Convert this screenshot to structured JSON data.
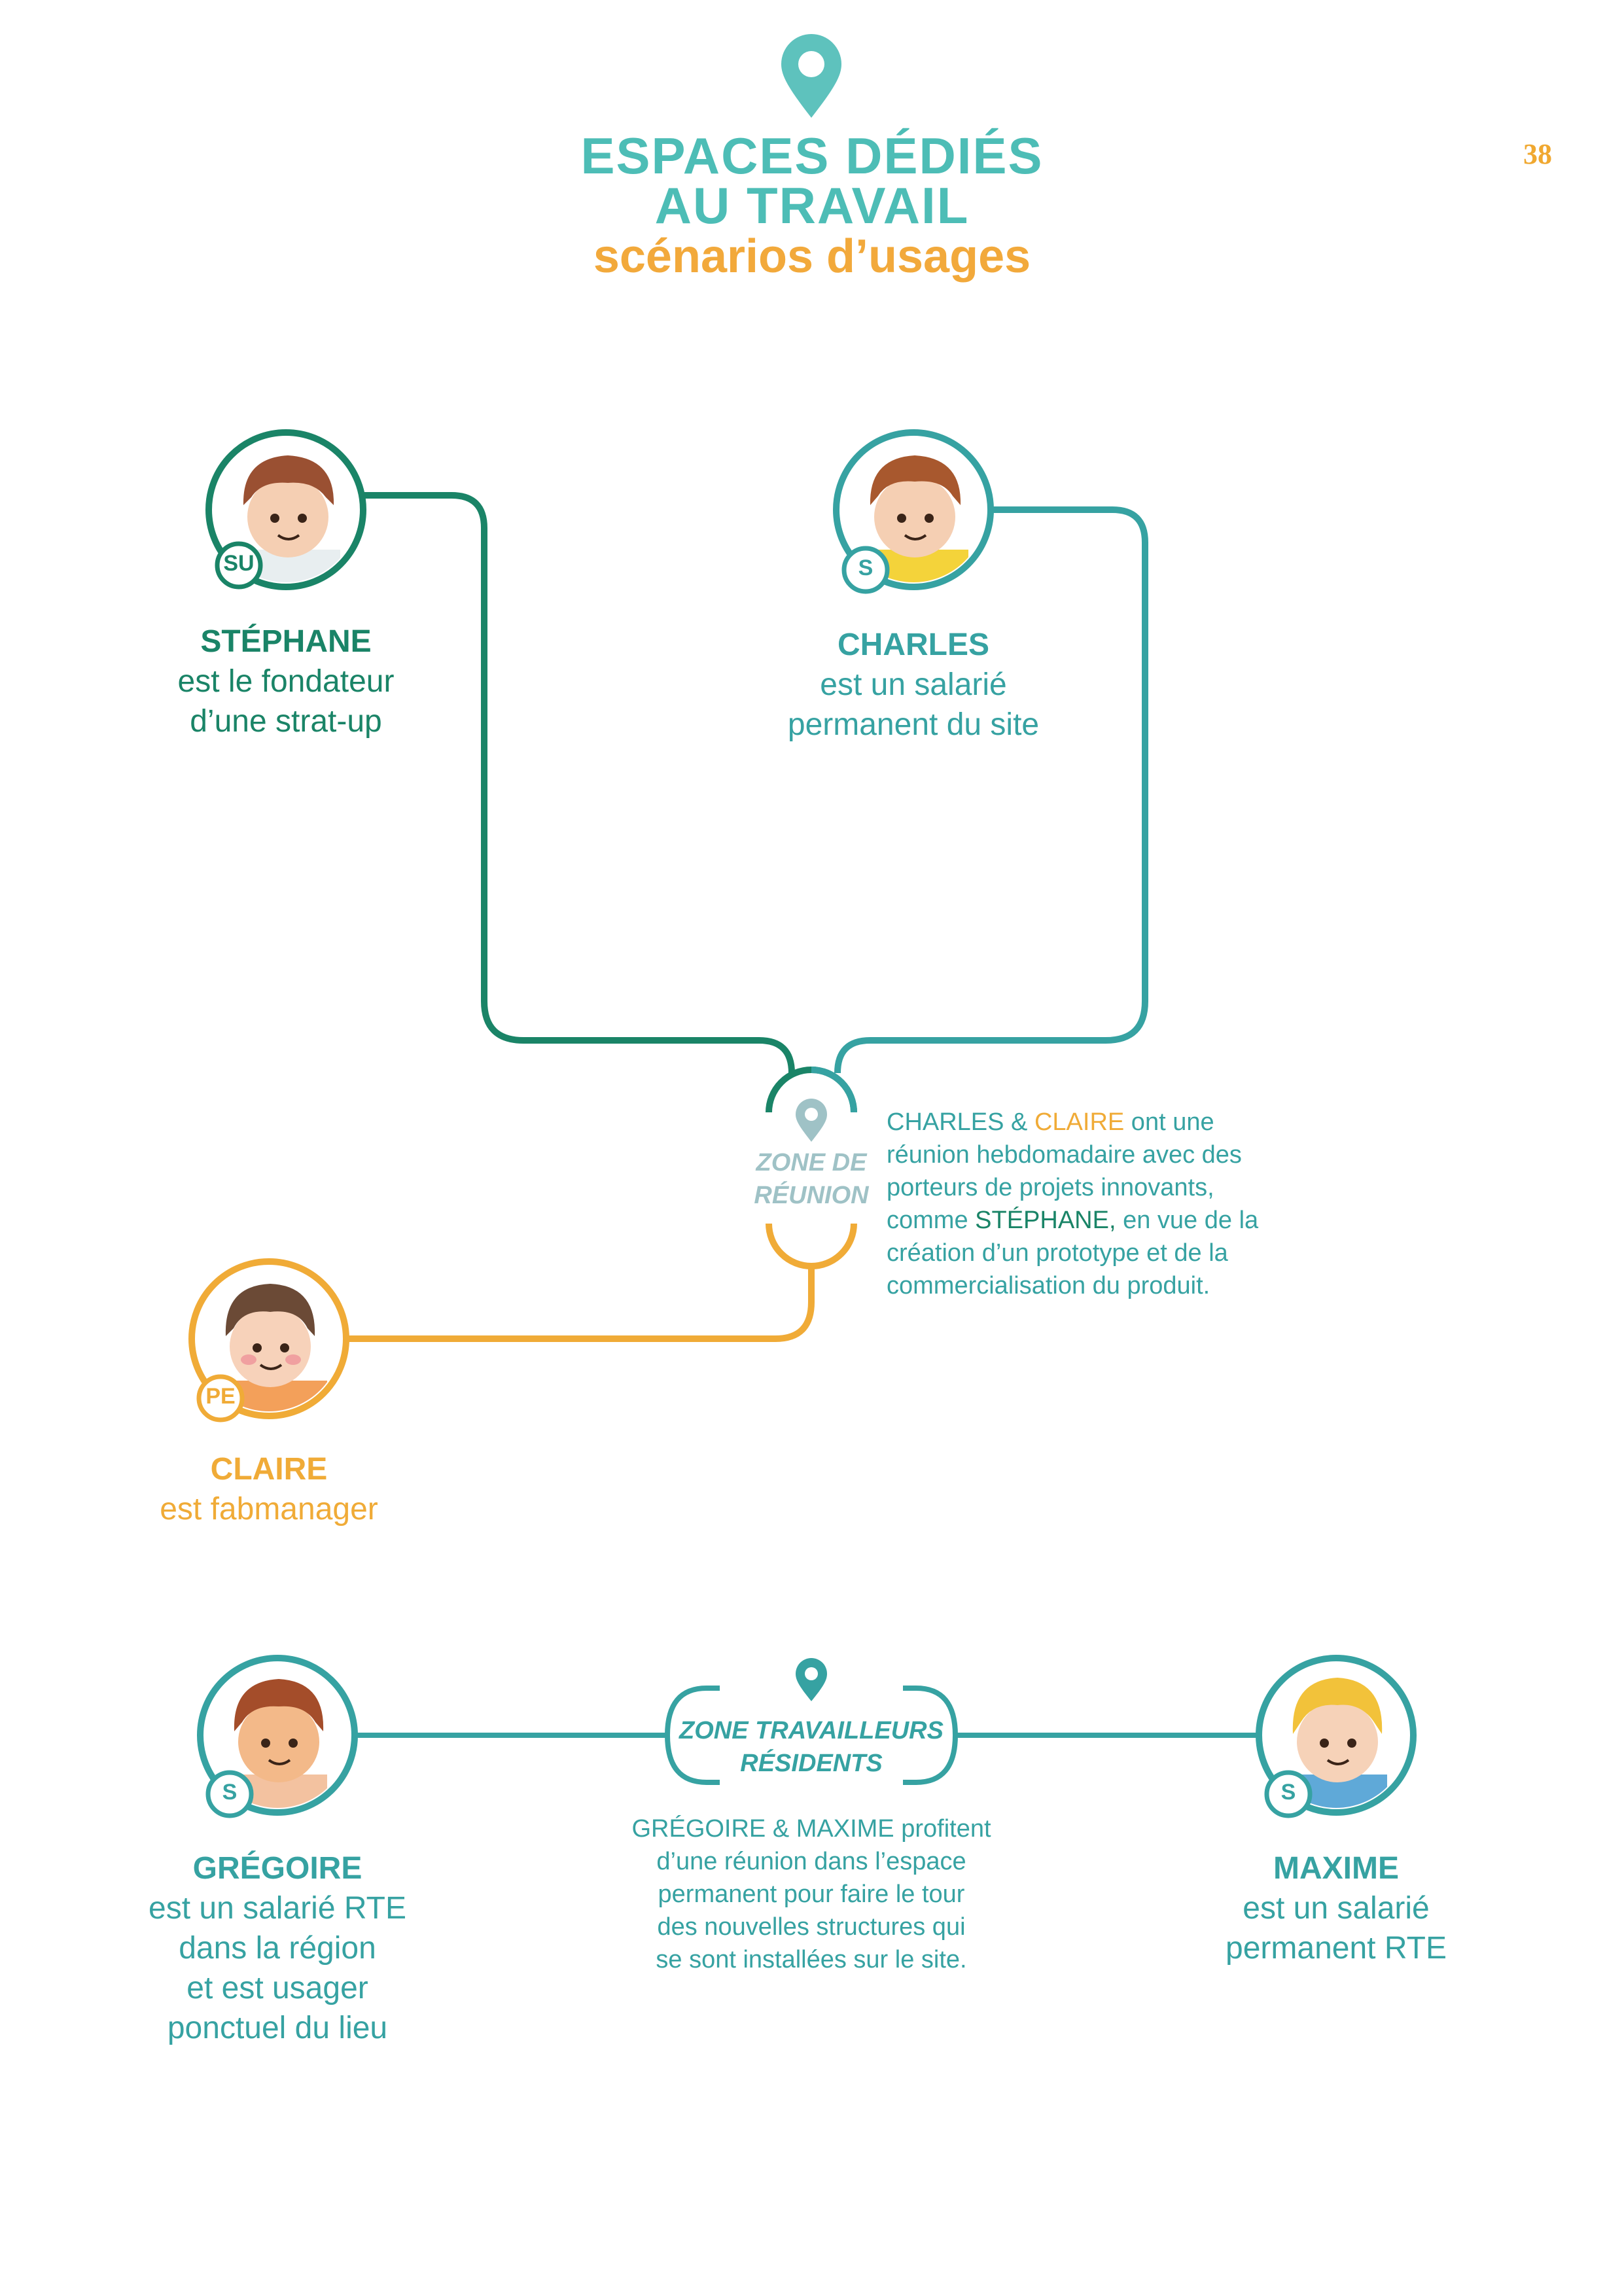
{
  "page_number": "38",
  "title": {
    "line1": "ESPACES DÉDIÉS",
    "line2": "AU TRAVAIL",
    "subtitle": "scénarios d’usages"
  },
  "persons": {
    "stephane": {
      "badge": "SU",
      "name": "STÉPHANE",
      "desc1": "est le fondateur",
      "desc2": "d’une strat-up"
    },
    "charles": {
      "badge": "S",
      "name": "CHARLES",
      "desc1": "est un salarié",
      "desc2": "permanent du site"
    },
    "claire": {
      "badge": "PE",
      "name": "CLAIRE",
      "desc1": "est fabmanager"
    },
    "gregoire": {
      "badge": "S",
      "name": "GRÉGOIRE",
      "desc1": "est un salarié RTE",
      "desc2": "dans la région",
      "desc3": "et est usager",
      "desc4": "ponctuel du lieu"
    },
    "maxime": {
      "badge": "S",
      "name": "MAXIME",
      "desc1": "est un salarié",
      "desc2": "permanent RTE"
    }
  },
  "zone_reunion": {
    "label1": "ZONE DE",
    "label2": "RÉUNION",
    "text": {
      "charles": "CHARLES",
      "amp": " & ",
      "claire": "CLAIRE",
      "l1_end": " ont une",
      "l2": "réunion hebdomadaire avec des",
      "l3": "porteurs de projets innovants,",
      "l4_start": "comme ",
      "stephane": "STÉPHANE,",
      "l4_end": " en vue de la",
      "l5": "création d’un prototype et de la",
      "l6": "commercialisation du produit."
    }
  },
  "zone_travailleurs": {
    "label1": "ZONE TRAVAILLEURS",
    "label2": "RÉSIDENTS",
    "text": {
      "gregoire": "GRÉGOIRE",
      "amp": " & ",
      "maxime": "MAXIME",
      "l1_end": " profitent",
      "l2": "d’une réunion dans l’espace",
      "l3": "permanent pour faire le tour",
      "l4": "des nouvelles structures qui",
      "l5": "se sont installées sur le site."
    }
  },
  "colors": {
    "green": "#1a8467",
    "teal": "#36a2a2",
    "orange": "#f0ab37",
    "light_teal": "#4dbdb6",
    "zone_grey": "#9fc2c6"
  },
  "icons": [
    "location-pin-icon"
  ]
}
